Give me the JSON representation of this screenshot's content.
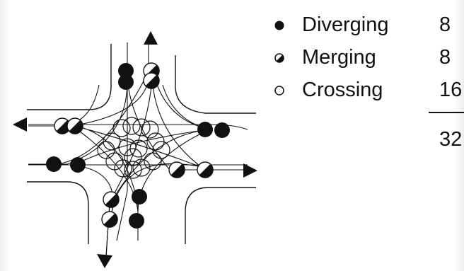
{
  "legend": [
    {
      "label": "Diverging",
      "count": "8",
      "symbol": "filled-circle-icon"
    },
    {
      "label": "Merging",
      "count": "8",
      "symbol": "half-filled-circle-icon"
    },
    {
      "label": "Crossing",
      "count": "16",
      "symbol": "open-circle-icon"
    }
  ],
  "total": "32",
  "colors": {
    "ink": "#111111",
    "background": "#ffffff"
  }
}
